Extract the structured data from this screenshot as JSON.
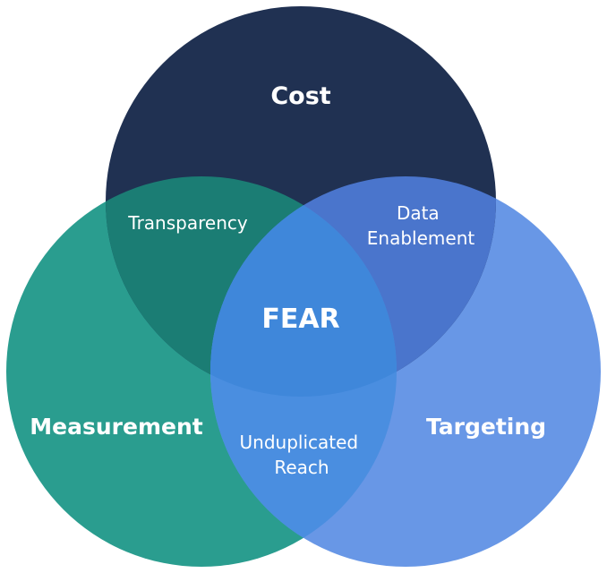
{
  "diagram": {
    "sets": [
      {
        "id": "cost",
        "label": "Cost",
        "color": "#203152"
      },
      {
        "id": "measurement",
        "label": "Measurement",
        "color": "#2a9d8f"
      },
      {
        "id": "targeting",
        "label": "Targeting",
        "color": "#6897e6"
      }
    ],
    "intersections": {
      "cost_measurement": {
        "lines": [
          "Transparency"
        ],
        "color": "#1b7d74"
      },
      "cost_targeting": {
        "lines": [
          "Data",
          "Enablement"
        ],
        "color": "#4a75cc"
      },
      "measurement_targeting": {
        "lines": [
          "Unduplicated",
          "Reach"
        ],
        "color": "#4a8ee0"
      },
      "center": {
        "label": "FEAR",
        "color": "#3f87da"
      }
    }
  }
}
